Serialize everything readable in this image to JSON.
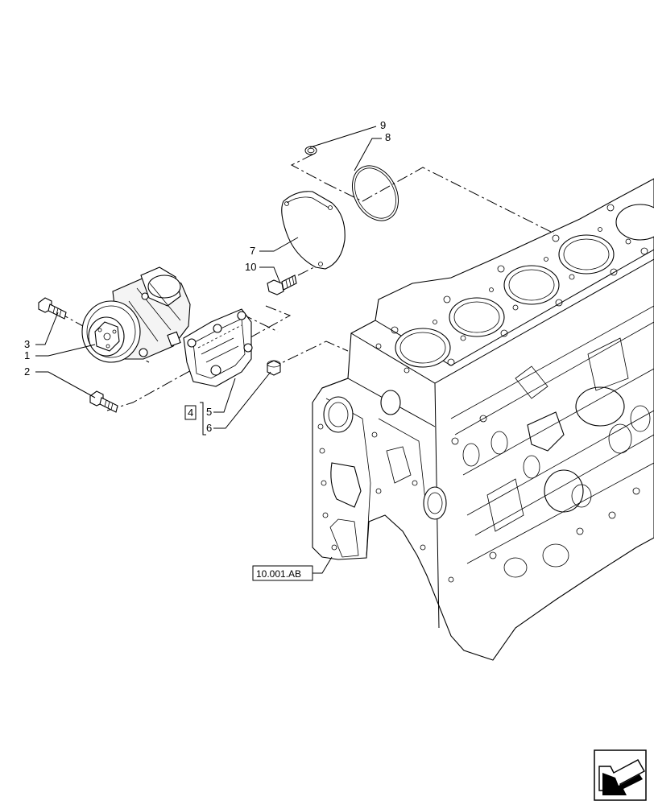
{
  "callouts": {
    "c1": "1",
    "c2": "2",
    "c3": "3",
    "c4": "4",
    "c5": "5",
    "c6": "6",
    "c7": "7",
    "c8": "8",
    "c9": "9",
    "c10": "10"
  },
  "reference": {
    "label": "10.001.AB"
  },
  "nav_icon": "next-page-arrow-icon"
}
